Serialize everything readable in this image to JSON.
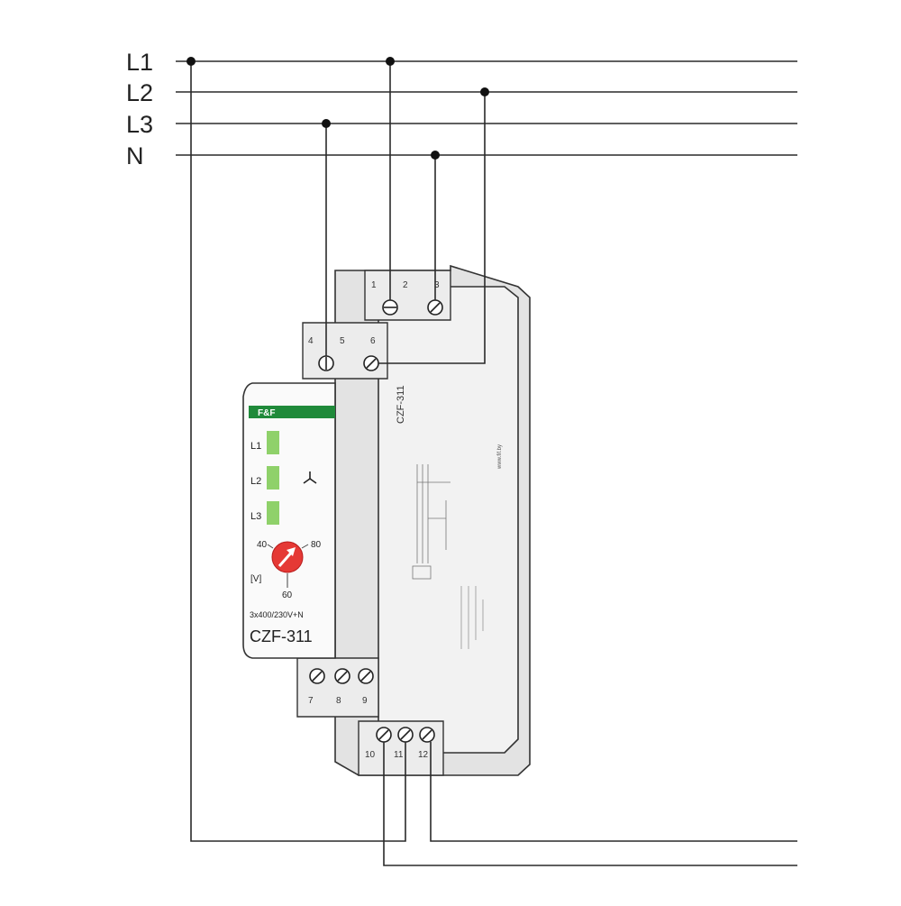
{
  "bus_labels": [
    "L1",
    "L2",
    "L3",
    "N"
  ],
  "device": {
    "model": "CZF-311",
    "side_model": "CZF-311",
    "rating": "3x400/230V+N",
    "brand_logo": "F&F",
    "channels": [
      "L1",
      "L2",
      "L3"
    ],
    "three_phase_icon": "three-phase-star-icon",
    "knob": {
      "scale_min": "40",
      "scale_mid": "60",
      "scale_max": "80",
      "unit": "[V]",
      "icon": "arrow-knob-icon"
    },
    "top_terminals_rear": [
      "1",
      "2",
      "3"
    ],
    "top_terminals_front": [
      "4",
      "5",
      "6"
    ],
    "bottom_terminals_front": [
      "7",
      "8",
      "9"
    ],
    "bottom_terminals_rear": [
      "10",
      "11",
      "12"
    ],
    "website": "www.fif.by"
  },
  "colors": {
    "line": "#2a2a2a",
    "led_green": "#8fd16a",
    "logo_green": "#1f8a3a",
    "knob_red": "#e53935"
  }
}
